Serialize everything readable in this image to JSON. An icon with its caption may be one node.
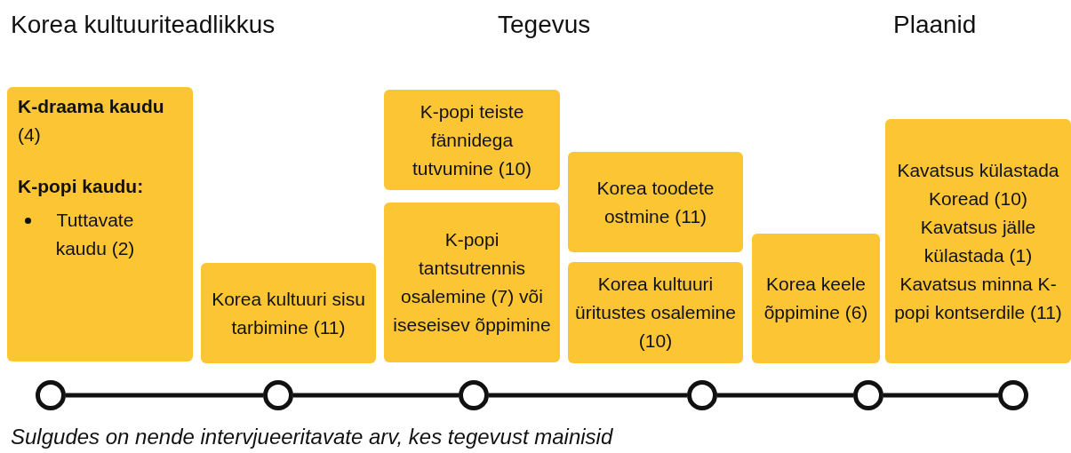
{
  "diagram": {
    "caption": "Sulgudes on nende intervjueeritavate arv, kes tegevust mainisid",
    "nodes": [
      {
        "text": [
          "**K-draama kaudu** (4)",
          "K-popi kaudu:",
          "Tuttavate kaudu (2)"
        ]
      },
      {
        "text": [
          "Korea kultuuri sisu tarbimine (11)"
        ]
      },
      {
        "text": [
          "K-popi teiste fännidega tutvumine (10)"
        ]
      },
      {
        "text": [
          "K-popi tantsutrennis osalemine (7) või iseseisev õppimine"
        ]
      },
      {
        "text": [
          "Korea toodete ostmine (11)"
        ]
      },
      {
        "text": [
          "Korea kultuuri üritustes osalemine (10)"
        ]
      },
      {
        "text": [
          "Korea keele õppimine (6)"
        ]
      },
      {
        "text": [
          "Kavatsus külastada Koread (10)",
          "Kavatsus jälle külastada (1)",
          "Kavatsus minna K-popi kontserdile (11)"
        ]
      },
      {
        "text": [],
        "shape": "circle"
      },
      {
        "text": [],
        "shape": "circle"
      },
      {
        "text": [],
        "shape": "circle"
      },
      {
        "text": [],
        "shape": "circle"
      },
      {
        "text": [],
        "shape": "circle"
      },
      {
        "text": [],
        "shape": "circle"
      }
    ],
    "edges": [
      {
        "from": 8,
        "to": 9,
        "arrow": "none"
      },
      {
        "from": 9,
        "to": 10,
        "arrow": "none"
      },
      {
        "from": 10,
        "to": 11,
        "arrow": "none"
      },
      {
        "from": 11,
        "to": 12,
        "arrow": "none"
      },
      {
        "from": 12,
        "to": 13,
        "arrow": "none"
      }
    ],
    "labels": [
      "Korea kultuuriteadlikkus",
      "Tegevus",
      "Plaanid"
    ]
  }
}
